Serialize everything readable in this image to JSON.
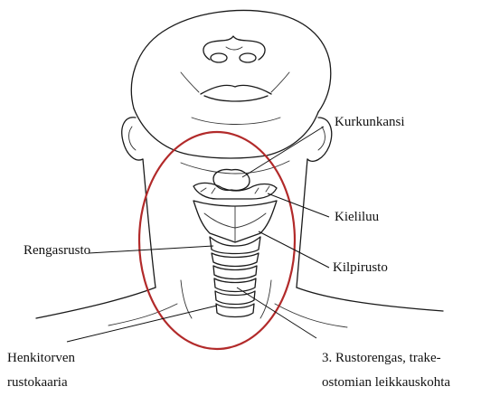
{
  "labels": {
    "kurkunkansi": "Kurkunkansi",
    "kieliluu": "Kieliluu",
    "rengasrusto": "Rengasrusto",
    "kilpirusto": "Kilpirusto",
    "henkitorven_line1": "Henkitorven",
    "henkitorven_line2": "rustokaaria",
    "rustorengas_line1": "3.  Rustorengas,  trake-",
    "rustorengas_line2": "ostomian leikkauskohta"
  },
  "colors": {
    "highlight_ellipse": "#b22a2a",
    "ink": "#1a1a1a"
  }
}
